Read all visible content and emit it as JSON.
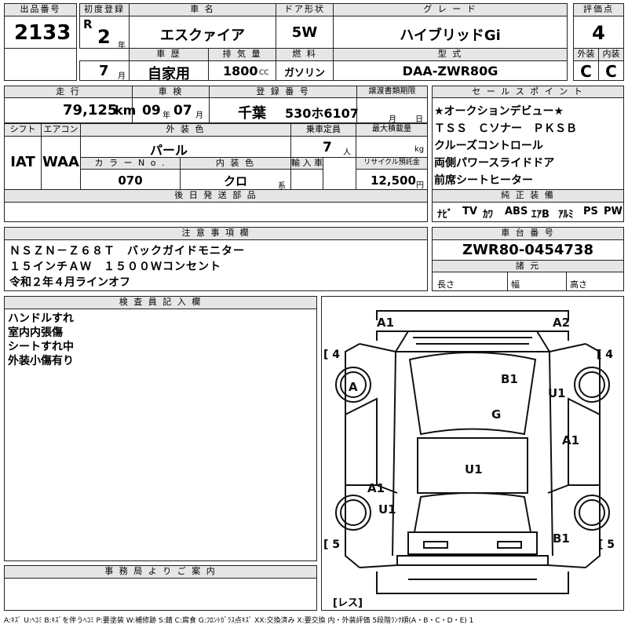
{
  "labels": {
    "lot_no": "出品番号",
    "first_reg": "初度登録",
    "car_name": "車 名",
    "door_type": "ドア形状",
    "grade": "グ レ ー ド",
    "score": "評価点",
    "history": "車 歴",
    "displacement": "排 気 量",
    "fuel": "燃 料",
    "model_type": "型 式",
    "exterior": "外装",
    "interior": "内装",
    "mileage": "走 行",
    "inspection": "車 検",
    "plate": "登 録 番 号",
    "transfer_deadline": "譲渡書類期限",
    "sales_points": "セ ー ル ス ポ イ ン ト",
    "shift": "シフト",
    "aircon": "エアコン",
    "ext_color": "外 装 色",
    "capacity": "乗車定員",
    "max_load": "最大積載量",
    "color_no": "カ ラ ー N o .",
    "int_color": "内 装 色",
    "import": "輸 入 車",
    "recycle": "リサイクル預託金",
    "later_parts": "後 日 発 送 部 品",
    "genuine_equipment": "純 正 装 備",
    "notes": "注 意 事 項 欄",
    "chassis_no": "車 台 番 号",
    "dimensions": "諸 元",
    "length": "長さ",
    "width": "幅",
    "height": "高さ",
    "inspector": "検 査 員 記 入 欄",
    "office_info": "事 務 局 よ り ご 案 内",
    "era": "R",
    "year_unit": "年",
    "month_unit": "月",
    "cc_unit": "CC",
    "km_unit": "km",
    "people_unit": "人",
    "kg_unit": "kg",
    "type_unit": "系",
    "yen_unit": "円",
    "day_unit": "日"
  },
  "values": {
    "lot_no": "2133",
    "first_reg_year": "2",
    "first_reg_month": "7",
    "car_name": "エスクァイア",
    "door_type": "5W",
    "grade": "ハイブリッドGi",
    "score": "4",
    "history": "自家用",
    "displacement": "1800",
    "fuel": "ガソリン",
    "model_type": "DAA-ZWR80G",
    "exterior_score": "C",
    "interior_score": "C",
    "mileage": "79,125",
    "inspection_year": "09",
    "inspection_month": "07",
    "plate_region": "千葉",
    "plate_number": "530ホ6107",
    "shift": "IAT",
    "aircon": "WAA",
    "ext_color": "パール",
    "capacity": "7",
    "color_no": "070",
    "int_color": "クロ",
    "recycle": "12,500",
    "chassis_no": "ZWR80-0454738"
  },
  "sales_points": [
    "★オークションデビュー★",
    "ＴＳＳ　Ｃソナー　ＰＫＳＢ",
    "クルーズコントロール",
    "両側パワースライドドア",
    "前席シートヒーター"
  ],
  "equipment": [
    "ﾅﾋﾞ",
    "TV",
    "ｶﾜ",
    "ABS",
    "ｴｱB",
    "ｱﾙﾐ",
    "PS",
    "PW"
  ],
  "notes": [
    "ＮＳＺＮ－Ｚ６８Ｔ　バックガイドモニター",
    "１５インチＡＷ　１５００Ｗコンセント",
    "令和２年４月ラインオフ"
  ],
  "inspector_notes": [
    "ハンドルすれ",
    "室内内張傷",
    "シートすれ中",
    "外装小傷有り"
  ],
  "diagram": {
    "marks": {
      "a1_front_left": "A1",
      "a2_front_right": "A2",
      "a_left_front": "A",
      "b1_hood": "B1",
      "u1_right_front": "U1",
      "g_windshield": "G",
      "a1_right_door": "A1",
      "u1_roof": "U1",
      "a1_left_rear": "A1",
      "u1_left_rear": "U1",
      "b1_right_rear": "B1"
    },
    "tires": {
      "front_left": "[ 4",
      "front_right": "[ 4",
      "rear_left": "[ 5",
      "rear_right": "[ 5",
      "spare": "[レス]"
    }
  },
  "legend": "A:ｷｽﾞ U:ﾍｺﾐ B:ｷｽﾞを伴うﾍｺﾐ P:要塗装 W:補修跡 S:錆 C:腐食 G:ﾌﾛﾝﾄｶﾞﾗｽ点ｷｽﾞ XX:交換済み X:要交換 内・外装評価 5段階ﾗﾝｸ順(A・B・C・D・E) 1"
}
